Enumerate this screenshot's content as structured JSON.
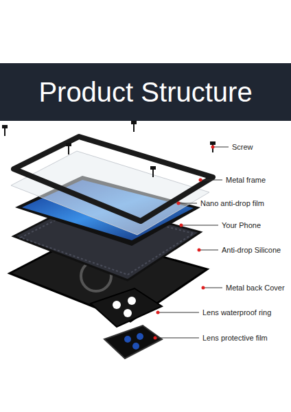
{
  "diagram": {
    "title": "Product Structure",
    "labels": [
      "Screw",
      "Metal frame",
      "Nano anti-drop film",
      "Your Phone",
      "Anti-drop Silicone",
      "Metal back Cover",
      "Lens waterproof ring",
      "Lens protective film"
    ]
  }
}
